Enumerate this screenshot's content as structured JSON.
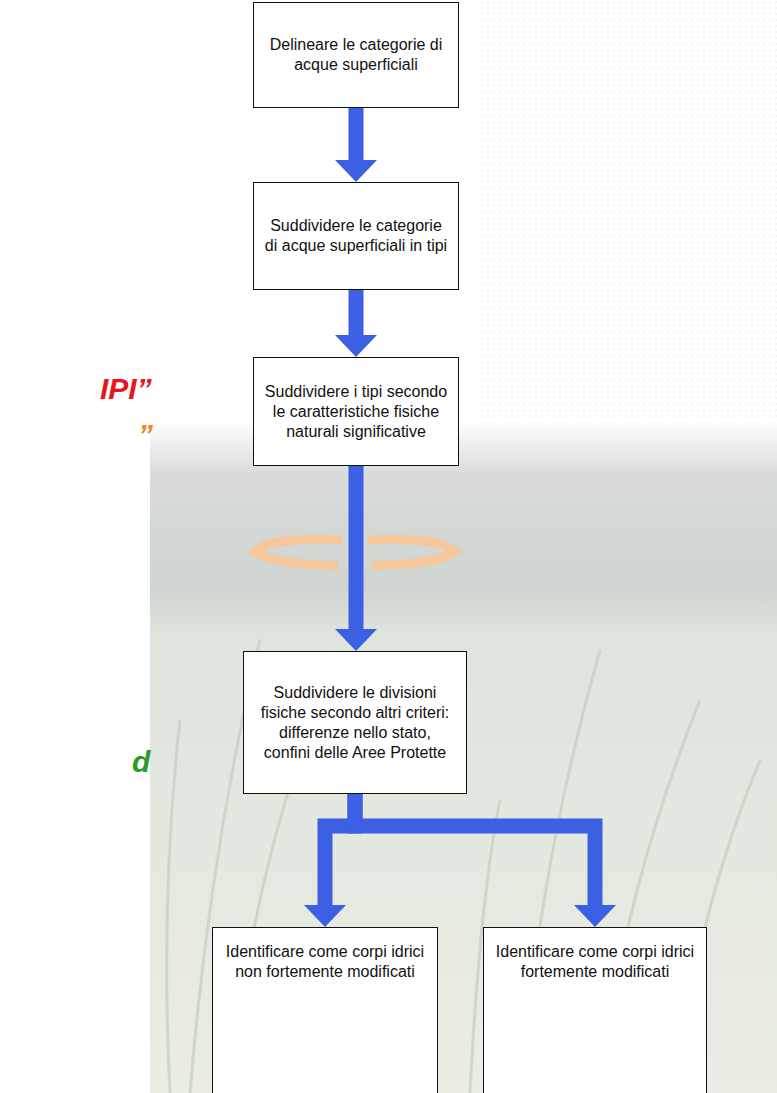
{
  "diagram": {
    "nodes": [
      {
        "text": [
          "Delineare le categorie di acque superficiali"
        ]
      },
      {
        "text": [
          "Suddividere le categorie di acque superficiali in tipi"
        ]
      },
      {
        "text": [
          "Suddividere i tipi secondo le caratteristiche fisiche naturali significative"
        ]
      },
      {
        "text": [
          "Suddividere le divisioni fisiche secondo altri criteri: differenze nello stato, confini delle Aree Protette"
        ]
      },
      {
        "text": [
          "Identificare come corpi idrici non fortemente modificati"
        ]
      },
      {
        "text": [
          "Identificare come corpi idrici fortemente modificati"
        ]
      }
    ],
    "edges": [
      {
        "from": 0,
        "to": 1,
        "arrow": "to"
      },
      {
        "from": 1,
        "to": 2,
        "arrow": "to"
      },
      {
        "from": 2,
        "to": 3,
        "arrow": "to"
      },
      {
        "from": 3,
        "to": 4,
        "arrow": "to"
      },
      {
        "from": 3,
        "to": 5,
        "arrow": "to"
      }
    ],
    "labels": [
      "IPI”",
      "”",
      "d"
    ]
  }
}
